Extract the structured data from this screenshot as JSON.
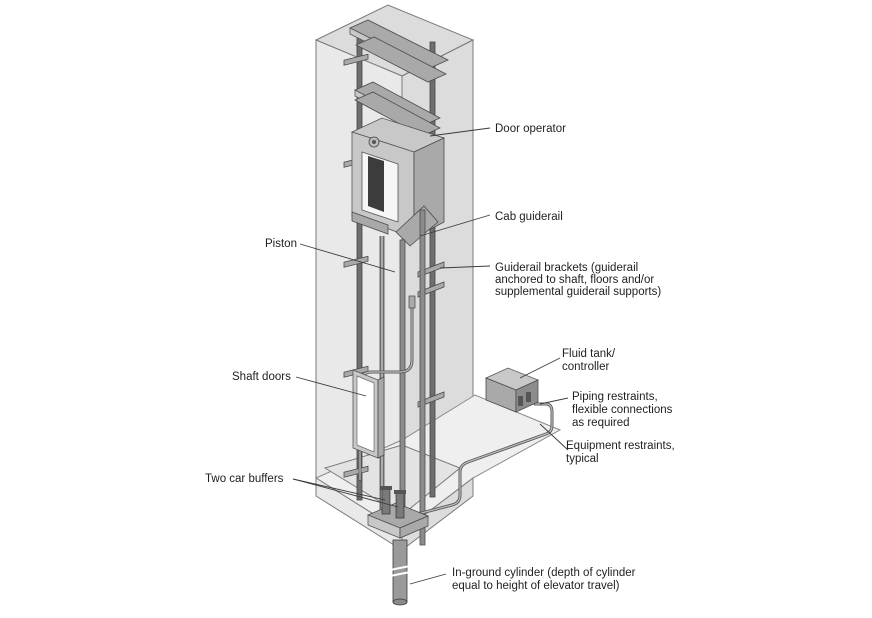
{
  "diagram": {
    "labels": {
      "door_operator": "Door operator",
      "cab_guiderail": "Cab guiderail",
      "piston": "Piston",
      "guiderail_brackets_1": "Guiderail brackets (guiderail",
      "guiderail_brackets_2": "anchored to shaft, floors and/or",
      "guiderail_brackets_3": "supplemental guiderail supports)",
      "fluid_tank_1": "Fluid tank/",
      "fluid_tank_2": "controller",
      "piping_restraints_1": "Piping restraints,",
      "piping_restraints_2": "flexible connections",
      "piping_restraints_3": "as required",
      "shaft_doors": "Shaft doors",
      "equipment_restraints_1": "Equipment restraints,",
      "equipment_restraints_2": "typical",
      "two_car_buffers": "Two car buffers",
      "in_ground_cylinder_1": "In-ground cylinder (depth of cylinder",
      "in_ground_cylinder_2": "equal to height of elevator travel)"
    },
    "colors": {
      "shaft_fill": "#e9e9e9",
      "rail_fill": "#8c8c8c",
      "line": "#3a3a3a",
      "text": "#1f1f1f"
    }
  }
}
